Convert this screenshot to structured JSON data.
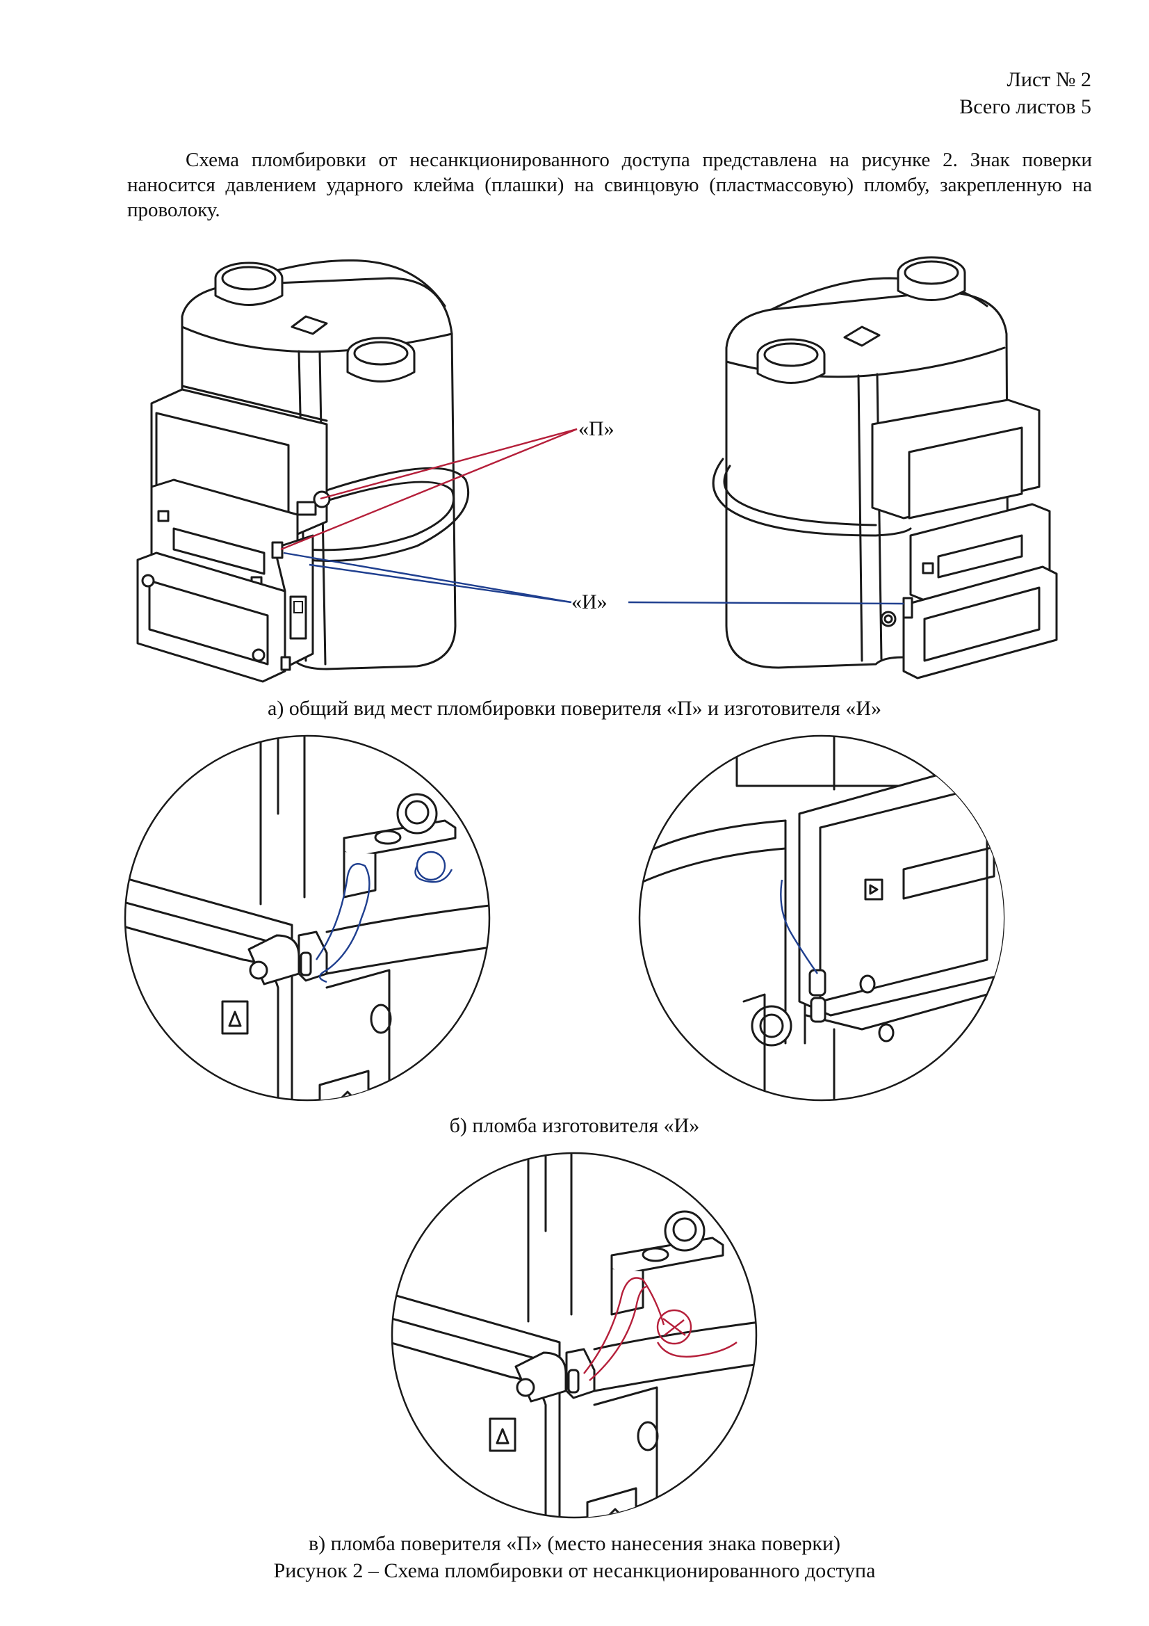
{
  "header": {
    "sheet": "Лист № 2",
    "total": "Всего листов 5"
  },
  "intro": "Схема пломбировки от несанкционированного доступа представлена на рисунке 2. Знак поверки наносится давлением ударного клейма (плашки) на свинцовую (пластмассовую) пломбу, закрепленную на проволоку.",
  "figure_a": {
    "label_verifier": "«П»",
    "label_manufacturer": "«И»",
    "caption": "а) общий вид мест пломбировки поверителя «П» и изготовителя «И»"
  },
  "figure_b": {
    "caption": "б) пломба изготовителя «И»"
  },
  "figure_c": {
    "caption": "в) пломба поверителя «П» (место нанесения знака поверки)"
  },
  "figure_title": "Рисунок 2 – Схема пломбировки от несанкционированного доступа",
  "colors": {
    "verifier": "#b51f3a",
    "manufacturer": "#1f3f8f",
    "line": "#1a1a1a"
  }
}
